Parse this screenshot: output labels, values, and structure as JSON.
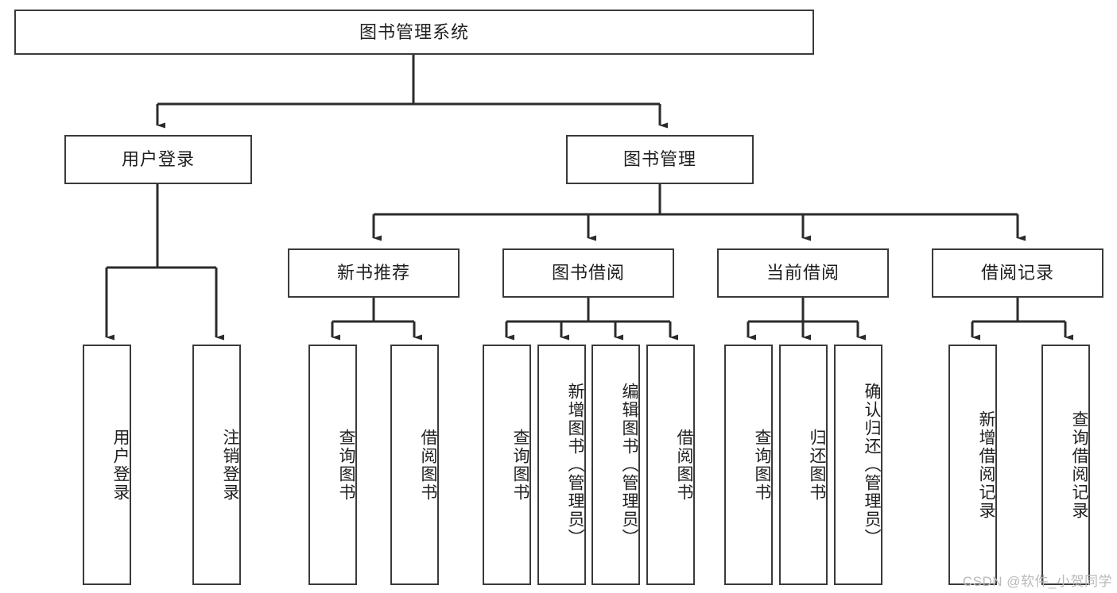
{
  "diagram": {
    "title": "图书管理系统",
    "type": "tree",
    "watermark": "CSDN @软件_小贺同学",
    "colors": {
      "box_border": "#3a3a3a",
      "box_fill": "#ffffff",
      "line": "#2b2b2b",
      "text": "#1f1f1f",
      "watermark": "#b9b9b9",
      "background": "#ffffff"
    },
    "root": {
      "id": "root",
      "label": "图书管理系统"
    },
    "level2": [
      {
        "id": "user-login",
        "label": "用户登录"
      },
      {
        "id": "book-manage",
        "label": "图书管理"
      }
    ],
    "level3": [
      {
        "id": "new-book-rec",
        "label": "新书推荐",
        "parent": "book-manage"
      },
      {
        "id": "book-borrow",
        "label": "图书借阅",
        "parent": "book-manage"
      },
      {
        "id": "current-borrow",
        "label": "当前借阅",
        "parent": "book-manage"
      },
      {
        "id": "borrow-record",
        "label": "借阅记录",
        "parent": "book-manage"
      }
    ],
    "leaves": [
      {
        "id": "leaf-user-login",
        "label": "用户登录",
        "parent": "user-login"
      },
      {
        "id": "leaf-user-logout",
        "label": "注销登录",
        "parent": "user-login"
      },
      {
        "id": "leaf-query-book-1",
        "label": "查询图书",
        "parent": "new-book-rec"
      },
      {
        "id": "leaf-borrow-book-1",
        "label": "借阅图书",
        "parent": "new-book-rec"
      },
      {
        "id": "leaf-query-book-2",
        "label": "查询图书",
        "parent": "book-borrow"
      },
      {
        "id": "leaf-add-book",
        "label": "新增图书（管理员）",
        "parent": "book-borrow"
      },
      {
        "id": "leaf-edit-book",
        "label": "编辑图书（管理员）",
        "parent": "book-borrow"
      },
      {
        "id": "leaf-borrow-book-2",
        "label": "借阅图书",
        "parent": "book-borrow"
      },
      {
        "id": "leaf-query-book-3",
        "label": "查询图书",
        "parent": "current-borrow"
      },
      {
        "id": "leaf-return-book",
        "label": "归还图书",
        "parent": "current-borrow"
      },
      {
        "id": "leaf-confirm-return",
        "label": "确认归还（管理员）",
        "parent": "current-borrow"
      },
      {
        "id": "leaf-add-record",
        "label": "新增借阅记录",
        "parent": "borrow-record"
      },
      {
        "id": "leaf-query-record",
        "label": "查询借阅记录",
        "parent": "borrow-record"
      }
    ]
  }
}
